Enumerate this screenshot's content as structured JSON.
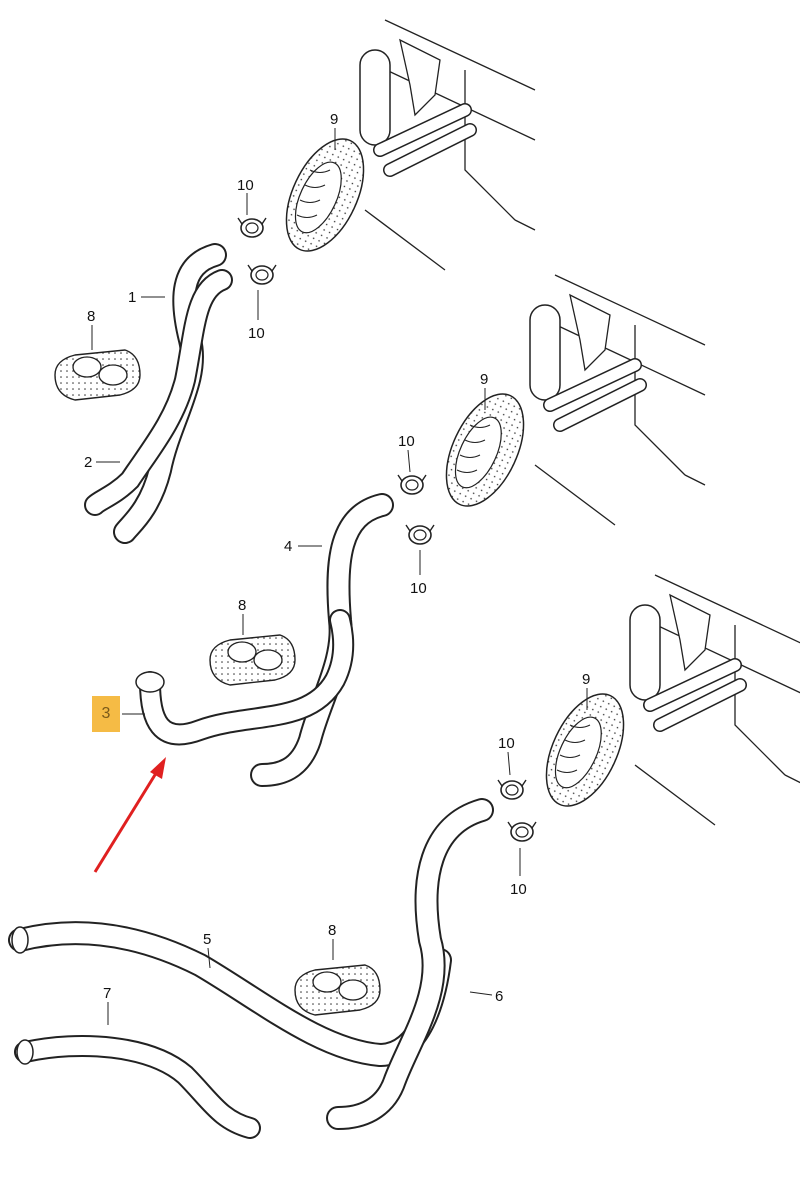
{
  "diagram": {
    "highlight_color": "#f5bb45",
    "arrow_color": "#e02020",
    "assemblies": [
      {
        "labels": {
          "grommet": "9",
          "clip_upper": "10",
          "clip_lower": "10",
          "seal": "8",
          "hose_a": "1",
          "hose_b": "2"
        }
      },
      {
        "labels": {
          "grommet": "9",
          "clip_upper": "10",
          "clip_lower": "10",
          "seal": "8",
          "hose_a": "4",
          "hose_b": "3"
        }
      },
      {
        "labels": {
          "grommet": "9",
          "clip_upper": "10",
          "clip_lower": "10",
          "seal": "8",
          "hose_a": "6",
          "hose_b": "5",
          "hose_c": "7"
        }
      }
    ],
    "highlighted_part": "3"
  }
}
